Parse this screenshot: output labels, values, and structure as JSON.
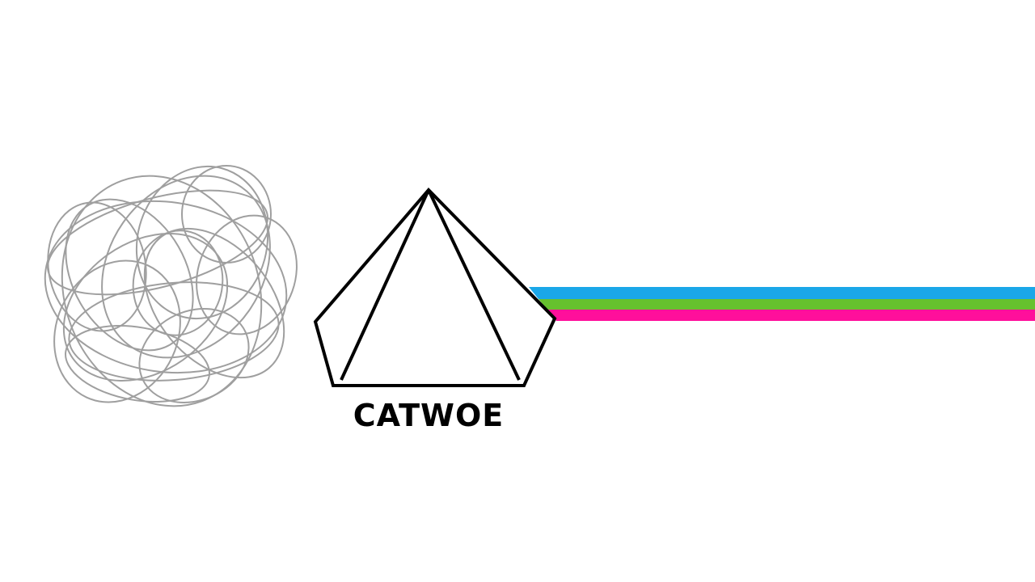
{
  "diagram": {
    "caption": "CATWOE",
    "scribble_color": "#9a9a9a",
    "prism_stroke": "#000000",
    "bands": [
      {
        "name": "cyan",
        "color": "#1aa7e8"
      },
      {
        "name": "green",
        "color": "#66c12e"
      },
      {
        "name": "magenta",
        "color": "#ff0f9b"
      }
    ]
  }
}
